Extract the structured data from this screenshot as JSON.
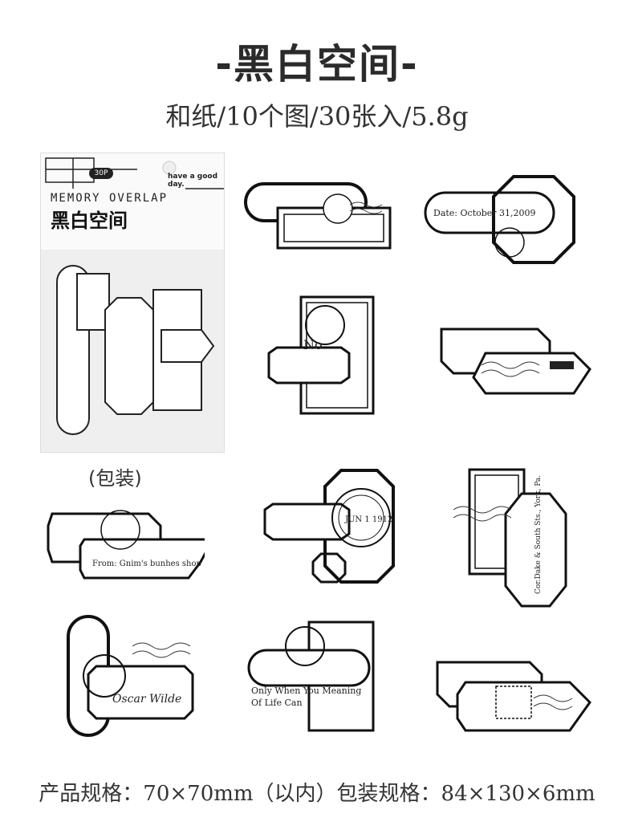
{
  "title": "-黑白空间-",
  "subtitle": "和纸/10个图/30张入/5.8g",
  "package": {
    "badge": "30P",
    "slogan": "have a good day.",
    "series_label": "MEMORY OVERLAP",
    "name": "黑白空间",
    "caption": "(包装)"
  },
  "stickers": {
    "date_label": "Date: October 31,2009",
    "address_label": "Cor.Dake & South Sts., York, Pa.",
    "from_label": "From: Gnim's bunhes shop",
    "signature": "Oscar Wilde",
    "quote": "Only When You Meaning Of Life Can",
    "stamp_text": "JUN 1 1912",
    "no_label": "No"
  },
  "footer": "产品规格：70×70mm（以内）包装规格：84×130×6mm"
}
